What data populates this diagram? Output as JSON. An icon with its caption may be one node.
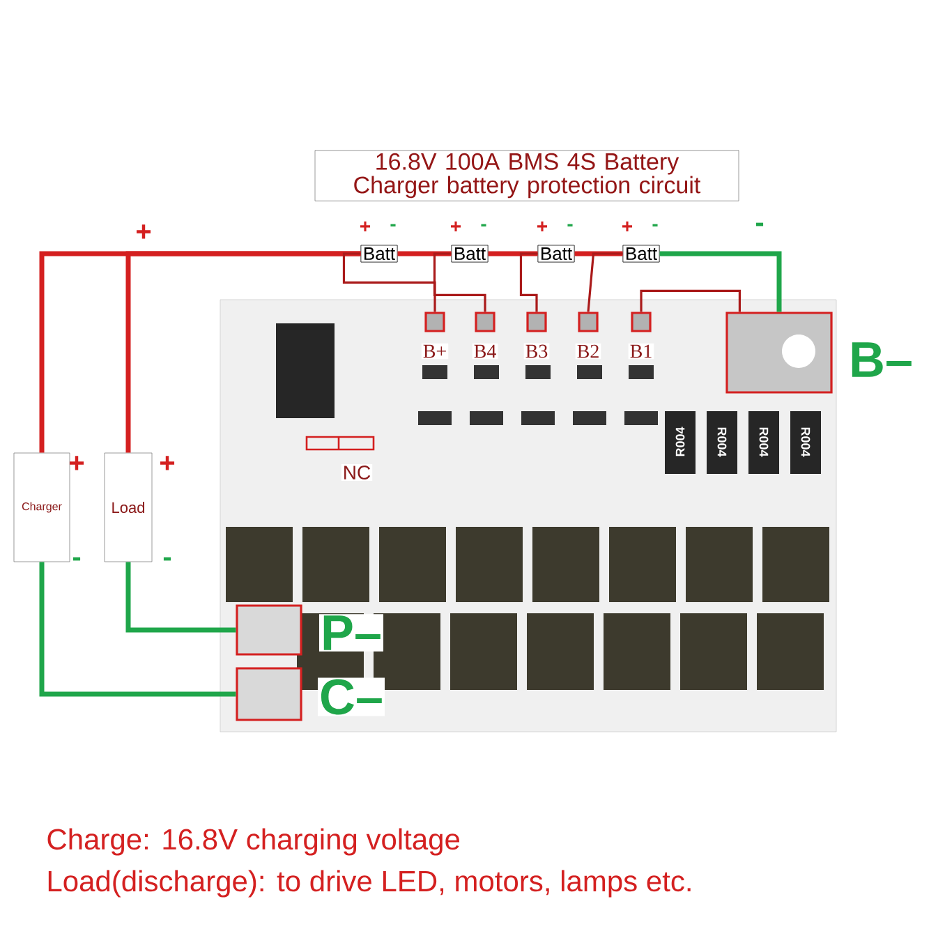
{
  "diagram": {
    "title": "16.8V 100A BMS 4S Battery Charger battery protection circuit",
    "nodes": [
      {
        "text": [
          "Batt"
        ],
        "beside": [
          "+",
          "-"
        ]
      },
      {
        "text": [
          "Batt"
        ],
        "beside": [
          "+",
          "-"
        ]
      },
      {
        "text": [
          "Batt"
        ],
        "beside": [
          "+",
          "-"
        ]
      },
      {
        "text": [
          "Batt"
        ],
        "beside": [
          "+",
          "-"
        ]
      },
      {
        "text": [
          "Charger"
        ],
        "beside": [
          "+",
          "-"
        ]
      },
      {
        "text": [
          "Load"
        ],
        "beside": [
          "+",
          "-"
        ]
      },
      {
        "text": [
          "B+"
        ]
      },
      {
        "text": [
          "B4"
        ]
      },
      {
        "text": [
          "B3"
        ]
      },
      {
        "text": [
          "B2"
        ]
      },
      {
        "text": [
          "B1"
        ]
      },
      {
        "text": [
          "B–"
        ]
      },
      {
        "text": [
          "P–"
        ]
      },
      {
        "text": [
          "C–"
        ]
      },
      {
        "text": [
          "NC"
        ]
      }
    ],
    "edges": [
      {
        "from": 4,
        "to": 0,
        "arrow": "none"
      },
      {
        "from": 5,
        "to": 0,
        "arrow": "none"
      },
      {
        "from": 0,
        "to": 1,
        "arrow": "none"
      },
      {
        "from": 1,
        "to": 2,
        "arrow": "none"
      },
      {
        "from": 2,
        "to": 3,
        "arrow": "none"
      },
      {
        "from": 3,
        "to": 11,
        "arrow": "none",
        "color": "#1fa64a"
      },
      {
        "from": 0,
        "to": 6,
        "arrow": "none"
      },
      {
        "from": 1,
        "to": 7,
        "arrow": "none"
      },
      {
        "from": 2,
        "to": 8,
        "arrow": "none"
      },
      {
        "from": 3,
        "to": 9,
        "arrow": "none"
      },
      {
        "from": 10,
        "to": 11,
        "arrow": "none"
      },
      {
        "from": 5,
        "to": 12,
        "arrow": "none",
        "color": "#1fa64a"
      },
      {
        "from": 4,
        "to": 13,
        "arrow": "none",
        "color": "#1fa64a"
      }
    ],
    "labels": [
      "+",
      "-",
      "R004",
      "R004",
      "R004",
      "R004",
      "Charge: 16.8V charging voltage",
      "Load(discharge): to drive LED, motors, lamps etc."
    ]
  }
}
